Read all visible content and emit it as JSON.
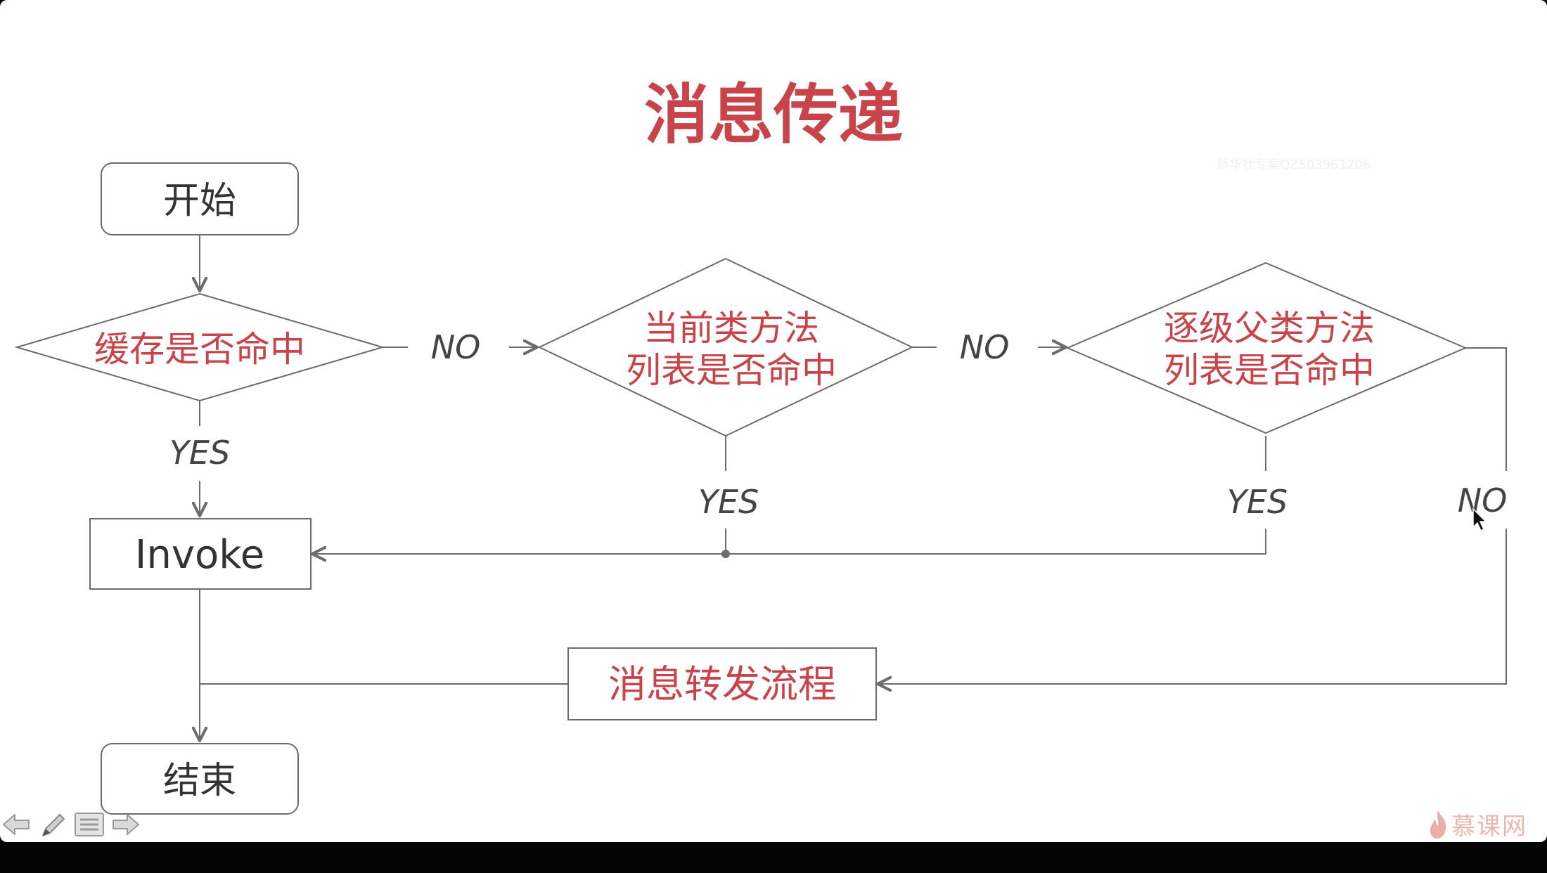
{
  "title": "消息传递",
  "watermark": "新华社专案QZ503961206",
  "nodes": {
    "start": "开始",
    "cache_hit": "缓存是否命中",
    "class_methods_line1": "当前类方法",
    "class_methods_line2": "列表是否命中",
    "super_methods_line1": "逐级父类方法",
    "super_methods_line2": "列表是否命中",
    "invoke": "Invoke",
    "forwarding": "消息转发流程",
    "end": "结束"
  },
  "edge_labels": {
    "no_1": "NO",
    "no_2": "NO",
    "no_3": "NO",
    "yes_1": "YES",
    "yes_2": "YES",
    "yes_3": "YES"
  },
  "logo_text": "慕课网",
  "colors": {
    "accent_red": "#c9444a",
    "text_dark": "#333333",
    "stroke": "#6b6b6b",
    "logo": "#e7b7b0"
  },
  "controls": [
    "prev-arrow-icon",
    "pen-icon",
    "menu-icon",
    "next-arrow-icon"
  ]
}
